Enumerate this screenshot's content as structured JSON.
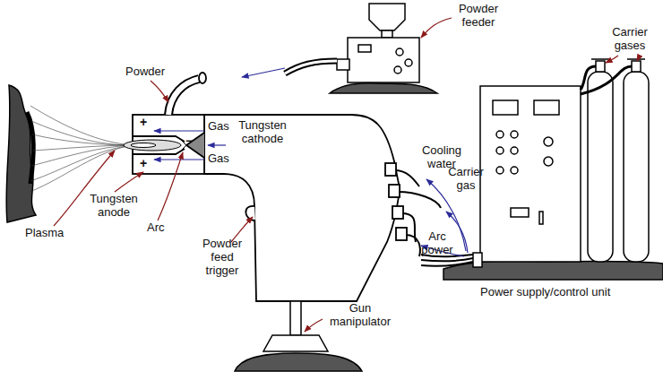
{
  "diagram": {
    "labels": [
      "Powder feeder",
      "Powder",
      "Gas",
      "Tungsten cathode",
      "Gas",
      "Cooling water",
      "Carrier gas",
      "Carrier gases",
      "Plasma",
      "Tungsten anode",
      "Arc",
      "Powder feed trigger",
      "Arc power",
      "Gun manipulator",
      "Power supply/control unit",
      "+",
      "−",
      "+"
    ]
  }
}
